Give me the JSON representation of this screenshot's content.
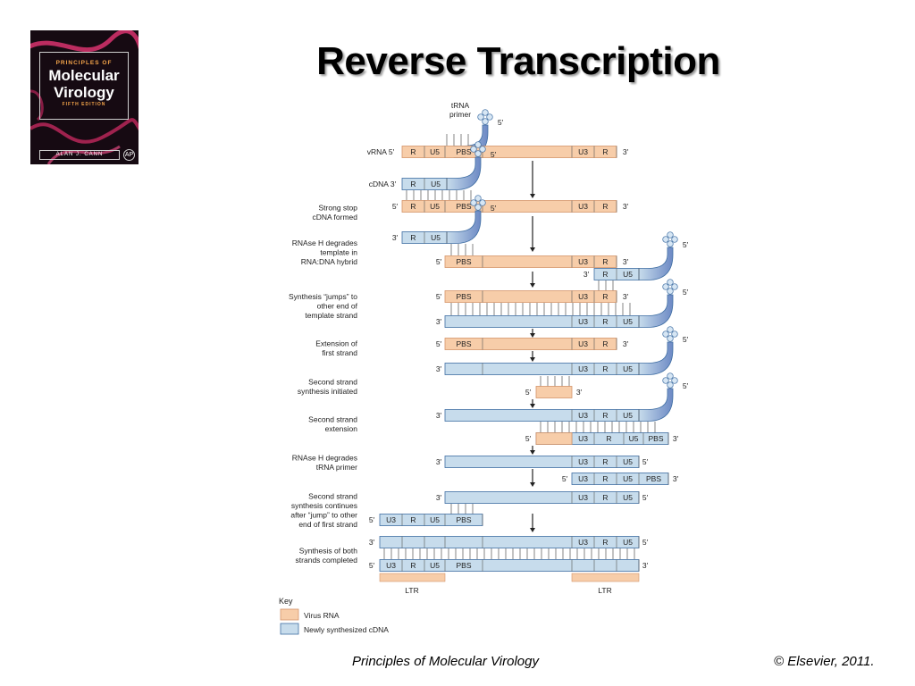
{
  "cover": {
    "series": "PRINCIPLES OF",
    "title_line1": "Molecular",
    "title_line2": "Virology",
    "edition": "FIFTH EDITION",
    "author": "ALAN J. CANN",
    "logo": "AP"
  },
  "title": "Reverse Transcription",
  "footer": {
    "left": "Principles of Molecular Virology",
    "right": "© Elsevier, 2011."
  },
  "colors": {
    "rna": "#f7cda9",
    "rna_stroke": "#d4956a",
    "cdna": "#c7dcec",
    "cdna_stroke": "#3f6ea3",
    "primer": "#6c89c4"
  },
  "diagram": {
    "trna_label": [
      "tRNA",
      "primer"
    ],
    "key": {
      "heading": "Key",
      "rna": "Virus RNA",
      "cdna": "Newly synthesized cDNA"
    },
    "steps": [
      {
        "label": []
      },
      {
        "label": []
      },
      {
        "label": [
          "Strong stop",
          "cDNA formed"
        ]
      },
      {
        "label": [
          "RNAse H degrades",
          "template in",
          "RNA:DNA hybrid"
        ]
      },
      {
        "label": [
          "Synthesis “jumps” to",
          "other end of",
          "template strand"
        ]
      },
      {
        "label": [
          "Extension of",
          "first strand"
        ]
      },
      {
        "label": [
          "Second strand",
          "synthesis initiated"
        ]
      },
      {
        "label": [
          "Second strand",
          "extension"
        ]
      },
      {
        "label": [
          "RNAse H degrades",
          "tRNA primer"
        ]
      },
      {
        "label": [
          "Second strand",
          "synthesis continues",
          "after “jump” to other",
          "end of first strand"
        ]
      },
      {
        "label": [
          "Synthesis of both",
          "strands completed"
        ]
      }
    ],
    "segments": {
      "R": "R",
      "U5": "U5",
      "U3": "U3",
      "PBS": "PBS"
    },
    "end_labels": {
      "vrna": "vRNA 5′",
      "cdna": "cDNA 3′",
      "five": "5′",
      "three": "3′"
    },
    "ltr": "LTR"
  }
}
